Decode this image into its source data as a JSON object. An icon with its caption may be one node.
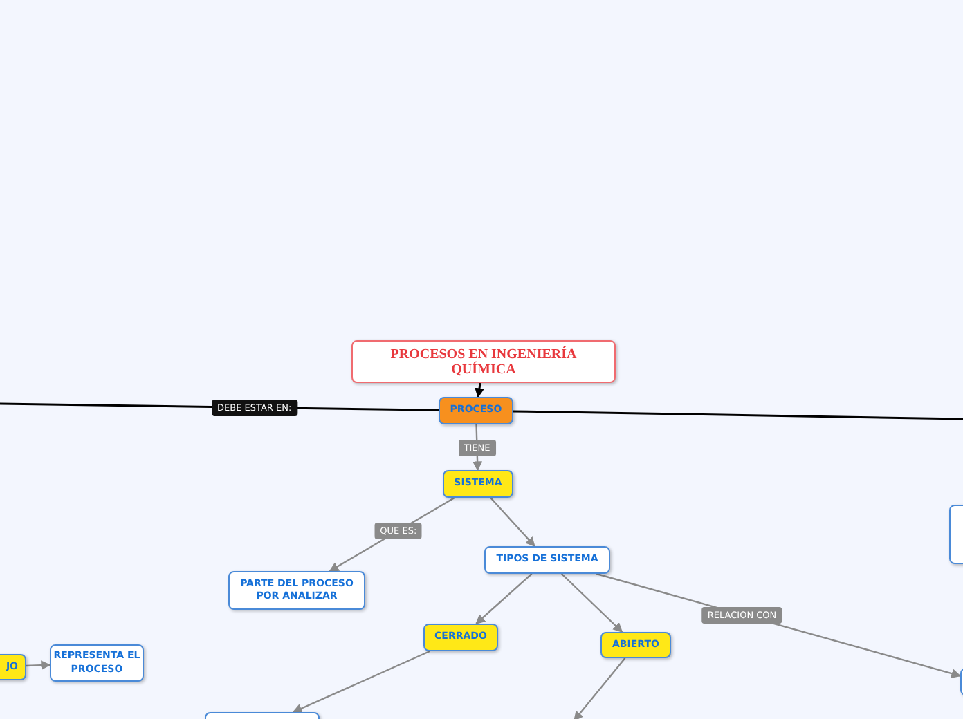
{
  "diagram": {
    "nodes": [
      {
        "text": [
          "PROCESOS EN INGENIERÍA QUÍMICA"
        ]
      },
      {
        "text": [
          "PROCESO"
        ]
      },
      {
        "text": [
          "SISTEMA"
        ]
      },
      {
        "text": [
          "PARTE DEL PROCESO POR ANALIZAR"
        ]
      },
      {
        "text": [
          "TIPOS DE SISTEMA"
        ]
      },
      {
        "text": [
          "CERRADO"
        ]
      },
      {
        "text": [
          "ABIERTO"
        ]
      },
      {
        "text": [
          "JO"
        ]
      },
      {
        "text": [
          "REPRESENTA EL PROCESO"
        ]
      },
      {
        "text": [],
        "shape": "box"
      },
      {
        "text": [],
        "shape": "box"
      },
      {
        "text": [],
        "shape": "box"
      }
    ],
    "edges": [
      {
        "from": 0,
        "to": 1,
        "arrow": "to",
        "color": "#000000"
      },
      {
        "from": 1,
        "to": null,
        "arrow": "none",
        "label": "DEBE ESTAR EN:",
        "color": "#000000"
      },
      {
        "from": 1,
        "to": null,
        "arrow": "none",
        "color": "#000000"
      },
      {
        "from": 1,
        "to": 2,
        "arrow": "to",
        "label": "TIENE"
      },
      {
        "from": 2,
        "to": 3,
        "arrow": "to",
        "label": "QUE ES:"
      },
      {
        "from": 2,
        "to": 4,
        "arrow": "to"
      },
      {
        "from": 4,
        "to": 5,
        "arrow": "to"
      },
      {
        "from": 4,
        "to": 6,
        "arrow": "to"
      },
      {
        "from": 4,
        "to": 11,
        "arrow": "to",
        "label": "RELACION CON"
      },
      {
        "from": 7,
        "to": 8,
        "arrow": "to"
      },
      {
        "from": 5,
        "to": 9,
        "arrow": "to"
      },
      {
        "from": 6,
        "to": null,
        "arrow": "to"
      }
    ]
  }
}
